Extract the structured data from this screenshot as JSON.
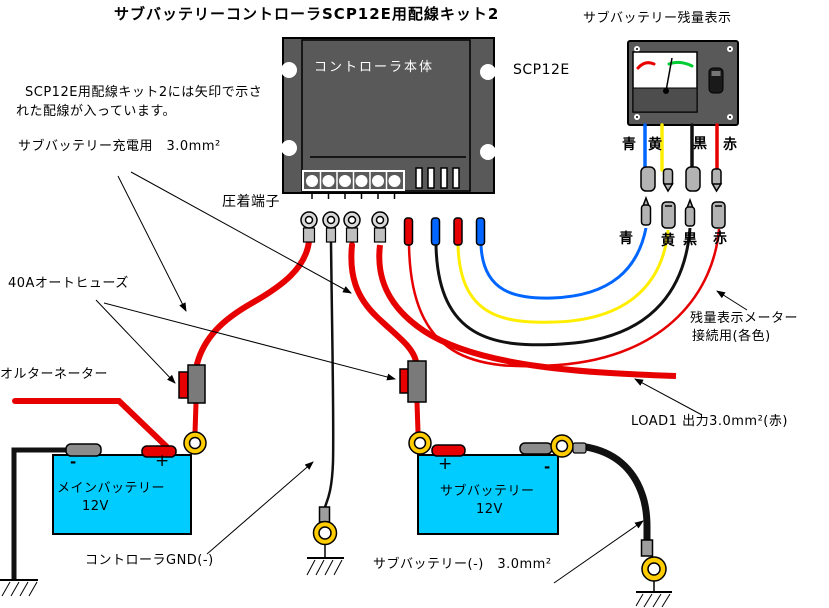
{
  "title": "サブバッテリーコントローラSCP12E用配線キット2",
  "note": {
    "line1": "SCP12E用配線キット2には矢印で示さ",
    "line2": "れた配線が入っています。"
  },
  "labels": {
    "charge_wire": "サブバッテリー充電用　3.0mm²",
    "crimp_terminal": "圧着端子",
    "fuse": "40Aオートヒューズ",
    "alternator": "オルターネーター",
    "controller_body": "コントローラ本体",
    "controller_model": "SCP12E",
    "meter_title": "サブバッテリー残量表示",
    "meter_connect_line1": "残量表示メーター",
    "meter_connect_line2": "接続用(各色)",
    "load1": "LOAD1 出力3.0mm²(赤)",
    "controller_gnd": "コントローラGND(-)",
    "sub_battery_minus_wire": "サブバッテリー(-)　3.0mm²"
  },
  "wire_color_labels": {
    "blue": "青",
    "yellow": "黄",
    "black": "黒",
    "red": "赤"
  },
  "main_battery": {
    "name": "メインバッテリー",
    "voltage": "12V",
    "minus": "-",
    "plus": "+"
  },
  "sub_battery": {
    "name": "サブバッテリー",
    "voltage": "12V",
    "plus": "+",
    "minus": "-"
  },
  "colors": {
    "wire_red": "#e60000",
    "wire_black": "#111111",
    "wire_blue": "#0066ff",
    "wire_yellow": "#ffee00",
    "battery_cyan": "#00ccff",
    "ring_terminal_yellow": "#ffcc00",
    "body_gray": "#595959",
    "meter_face_dark": "#4d4d4d",
    "meter_green": "#00cc33",
    "connector_gray": "#b3b3b3"
  }
}
